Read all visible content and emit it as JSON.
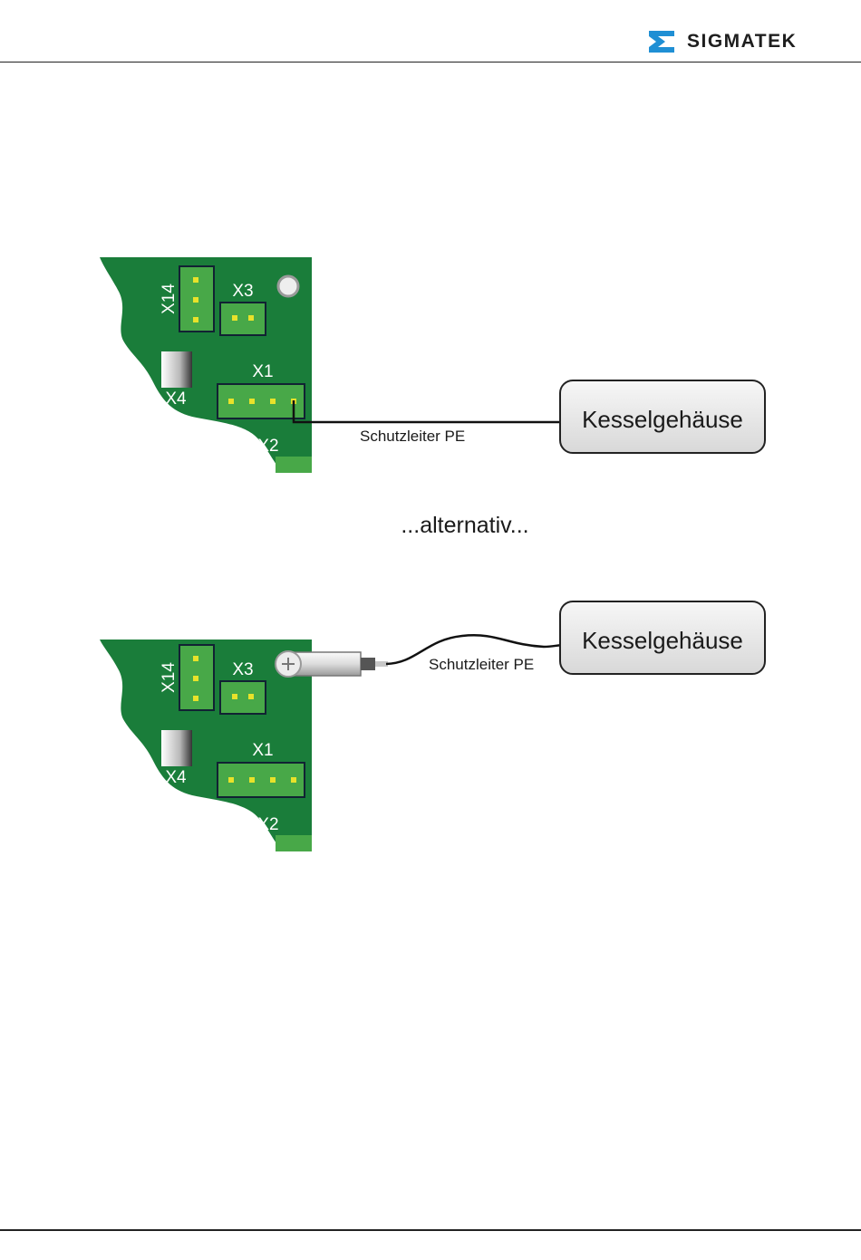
{
  "header": {
    "logo_text": "SIGMATEK",
    "brand_color": "#1f8fd4",
    "logo_icon": "sigmatek-s-logo-icon"
  },
  "diagram_1": {
    "connectors": [
      "X14",
      "X3",
      "X1",
      "X4",
      "X2"
    ],
    "wire_label": "Schutzleiter PE",
    "box_label": "Kesselgehäuse"
  },
  "separator": {
    "text": "...alternativ..."
  },
  "diagram_2": {
    "connectors": [
      "X14",
      "X3",
      "X1",
      "X4",
      "X2"
    ],
    "wire_label": "Schutzleiter PE",
    "box_label": "Kesselgehäuse"
  },
  "colors": {
    "pcb": "#1a7d3a",
    "connector": "#48a848",
    "pin": "#e8e22a",
    "box_fill": "#e6e6e6"
  }
}
